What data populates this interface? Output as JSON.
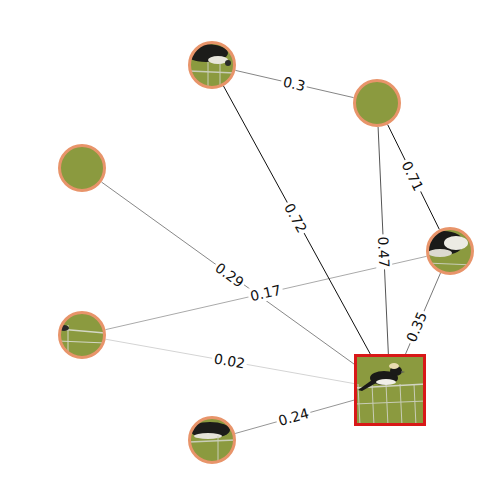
{
  "diagram": {
    "nodes": [
      {
        "text": []
      },
      {
        "text": []
      },
      {
        "text": []
      },
      {
        "text": []
      },
      {
        "text": []
      },
      {
        "text": []
      },
      {
        "text": []
      }
    ],
    "edges": [
      {
        "from": 0,
        "to": 1,
        "label": "0.3",
        "arrow": "none"
      },
      {
        "from": 0,
        "to": 5,
        "label": "0.72",
        "arrow": "none"
      },
      {
        "from": 1,
        "to": 3,
        "label": "0.71",
        "arrow": "none"
      },
      {
        "from": 1,
        "to": 5,
        "label": "0.47",
        "arrow": "none"
      },
      {
        "from": 2,
        "to": 5,
        "label": "0.29",
        "arrow": "none"
      },
      {
        "from": 4,
        "to": 3,
        "label": "0.17",
        "arrow": "none"
      },
      {
        "from": 3,
        "to": 5,
        "label": "0.35",
        "arrow": "none"
      },
      {
        "from": 4,
        "to": 5,
        "label": "0.02",
        "arrow": "none"
      },
      {
        "from": 6,
        "to": 5,
        "label": "0.24",
        "arrow": "none"
      }
    ]
  }
}
